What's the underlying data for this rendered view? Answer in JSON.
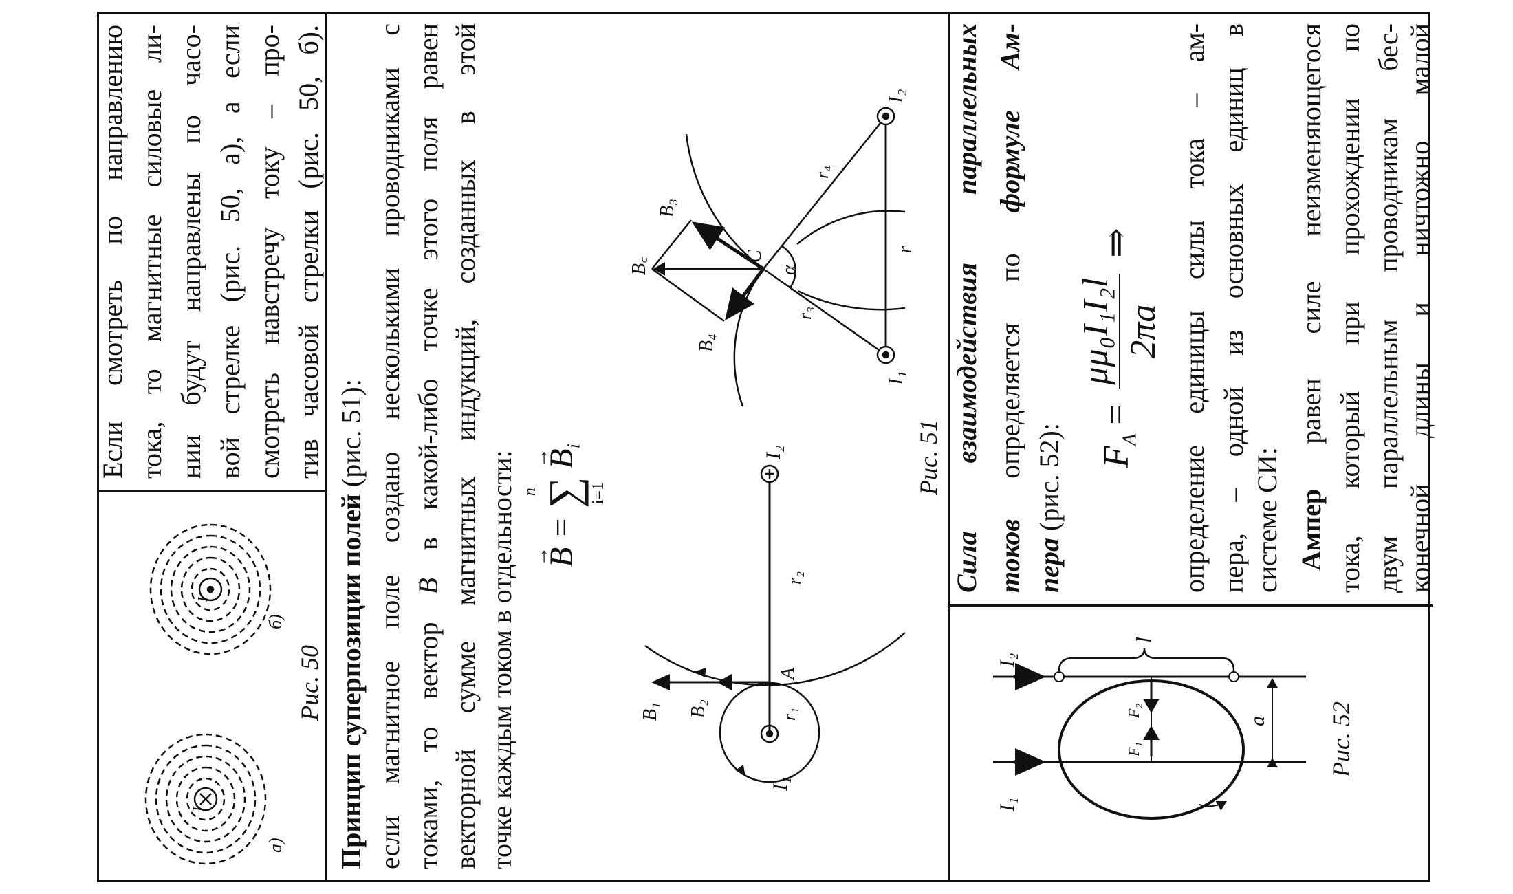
{
  "box_top": {
    "lines": [
      "Если смотреть по направлению",
      "тока, то магнитные силовые ли-",
      "нии будут направлены по часо-",
      "вой стрелке (рис. 50, а), а если",
      "смотреть навстречу току – про-",
      "тив часовой стрелки (рис. 50, б)."
    ]
  },
  "fig50": {
    "label_a": "а)",
    "label_b": "б)",
    "current_a": "I",
    "current_b": "I",
    "caption": "Рис. 50"
  },
  "superposition": {
    "title": "Принцип суперпозиции полей",
    "title_ref": "(рис. 51):",
    "line1": "если магнитное поле создано несколькими проводниками с",
    "line2_pre": "токами, то вектор",
    "line2_vec": "B",
    "line2_post": "в какой-либо точке этого поля равен",
    "line3": "векторной сумме магнитных индукций, созданных в этой",
    "line4": "точке каждым током в отдельности:",
    "formula": {
      "lhs": "B",
      "eq": "=",
      "sum": "∑",
      "upper": "n",
      "lower": "i=1",
      "term": "B",
      "term_sub": "i"
    }
  },
  "fig51": {
    "left": {
      "I1": "I₁",
      "I2": "I₂",
      "A": "A",
      "r1": "r₁",
      "r2": "r₂",
      "B1": "B₁",
      "B2": "B₂"
    },
    "right": {
      "I1": "I₁",
      "I2": "I₂",
      "C": "C",
      "alpha": "α",
      "r3": "r₃",
      "r4": "r₄",
      "r": "r",
      "B3": "B₃",
      "B4": "B₄",
      "BC": "B꜀"
    },
    "caption": "Рис. 51"
  },
  "ampere": {
    "line1": "Сила взаимодействия параллельных",
    "line2_a": "токов",
    "line2_b": "определяется по",
    "line2_c": "формуле Ам-",
    "line3_a": "пера",
    "line3_b": "(рис. 52):",
    "formula": {
      "lhs": "F",
      "lhs_sub": "A",
      "eq": "=",
      "num": "μμ₀I₁I₂l",
      "den": "2πa",
      "implies": "⇒"
    },
    "line4": "определение единицы силы тока – ам-",
    "line5": "пера, – одной из основных единиц в",
    "line6": "системе СИ:",
    "line7_a": "Ампер",
    "line7_b": "равен силе неизменяющегося",
    "line8": "тока, который при прохождении по",
    "line9": "двум параллельным проводникам бес-",
    "line10": "конечной длины и ничтожно малой"
  },
  "fig52": {
    "I1": "I₁",
    "I2": "I₂",
    "l": "l",
    "a": "a",
    "F1": "F₁",
    "F2": "F₂",
    "caption": "Рис. 52"
  }
}
